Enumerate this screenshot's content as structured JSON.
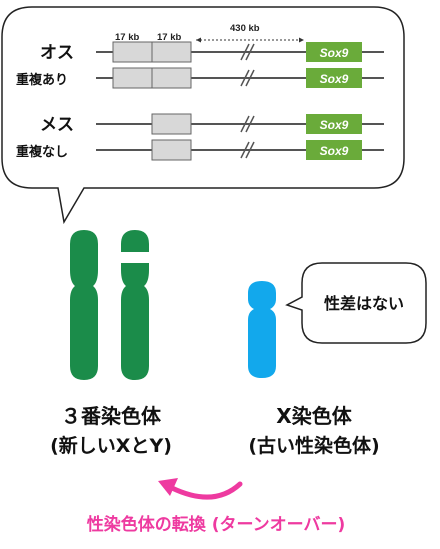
{
  "bubble": {
    "rows": [
      {
        "label": "オス"
      },
      {
        "label": "重複あり"
      },
      {
        "label": "メス"
      },
      {
        "label": "重複なし"
      }
    ],
    "gene_label": "Sox9",
    "size_labels": {
      "first": "17 kb",
      "second": "17 kb",
      "distance": "430 kb"
    },
    "colors": {
      "gene_box": "#6aab3a",
      "segment_box": "#d8d8d8",
      "line": "#555555"
    }
  },
  "right_bubble": {
    "text": "性差はない"
  },
  "chromosome_3": {
    "caption_line1": "３番染色体",
    "caption_line2": "(新しいXとY)",
    "color": "#1b8c4a",
    "band_color": "#ffffff"
  },
  "chromosome_x": {
    "caption_line1": "X染色体",
    "caption_line2": "(古い性染色体)",
    "color": "#12a8ec"
  },
  "turnover": {
    "label": "性染色体の転換 (ターンオーバー)",
    "arrow_color": "#ee3aa0",
    "arrow_icon": "curved-arrow-left-icon"
  }
}
